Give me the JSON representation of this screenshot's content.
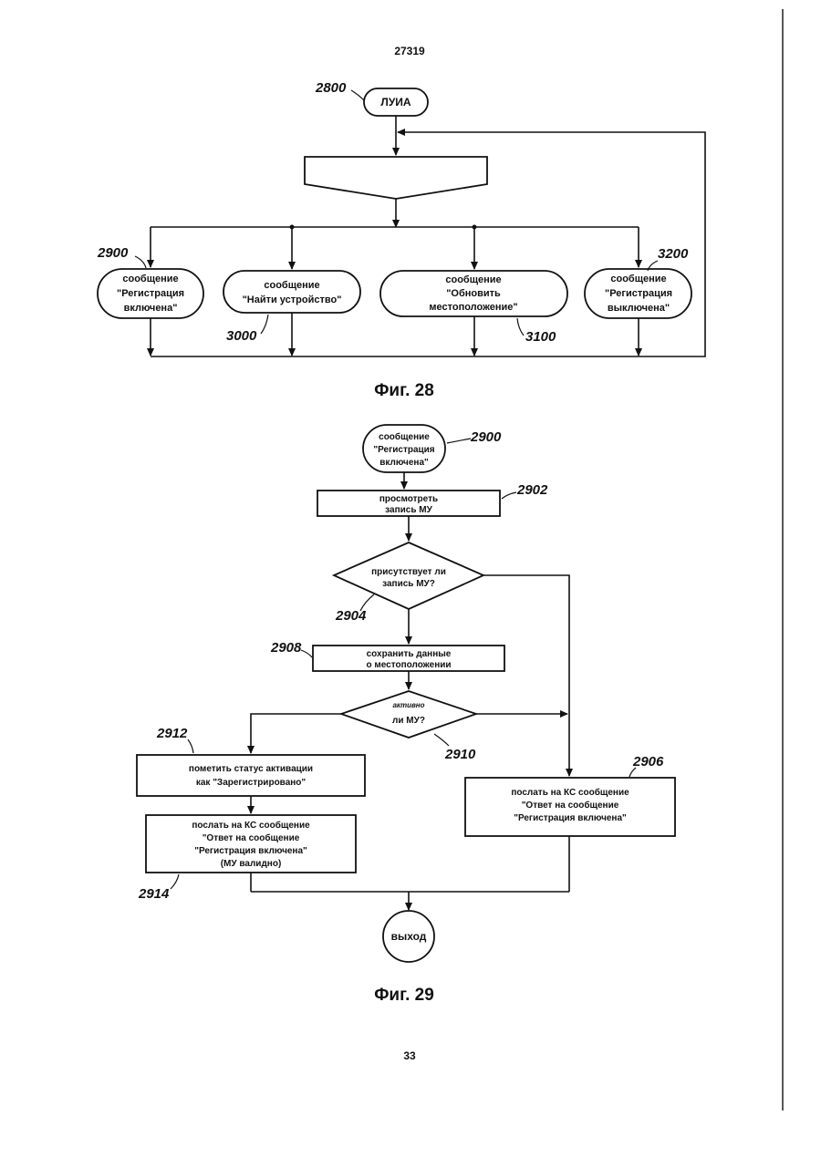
{
  "header": {
    "doc_number": "27319",
    "page_number": "33"
  },
  "fig28": {
    "caption": "Фиг. 28",
    "start": {
      "label": "ЛУИА",
      "ref": "2800"
    },
    "nodes": [
      {
        "ref": "2900",
        "lines": [
          "сообщение",
          "\"Регистрация",
          "включена\""
        ]
      },
      {
        "ref": "3000",
        "lines": [
          "сообщение",
          "\"Найти устройство\""
        ]
      },
      {
        "ref": "3100",
        "lines": [
          "сообщение",
          "\"Обновить",
          "местоположение\""
        ]
      },
      {
        "ref": "3200",
        "lines": [
          "сообщение",
          "\"Регистрация",
          "выключена\""
        ]
      }
    ]
  },
  "fig29": {
    "caption": "Фиг. 29",
    "start": {
      "ref": "2900",
      "lines": [
        "сообщение",
        "\"Регистрация",
        "включена\""
      ]
    },
    "step_2902": {
      "ref": "2902",
      "lines": [
        "просмотреть",
        "запись МУ"
      ]
    },
    "dec_2904": {
      "ref": "2904",
      "lines": [
        "присутствует ли",
        "запись МУ?"
      ]
    },
    "step_2908": {
      "ref": "2908",
      "lines": [
        "сохранить данные",
        "о местоположении"
      ]
    },
    "dec_2910": {
      "ref": "2910",
      "lines": [
        "активно",
        "ли МУ?"
      ]
    },
    "step_2912": {
      "ref": "2912",
      "lines": [
        "пометить статус активации",
        "как \"Зарегистрировано\""
      ]
    },
    "step_2914": {
      "ref": "2914",
      "lines": [
        "послать на КС сообщение",
        "\"Ответ на сообщение",
        "\"Регистрация включена\"",
        "(МУ валидно)"
      ]
    },
    "step_2906": {
      "ref": "2906",
      "lines": [
        "послать на КС сообщение",
        "\"Ответ на сообщение",
        "\"Регистрация включена\""
      ]
    },
    "exit": {
      "label": "выход"
    }
  }
}
